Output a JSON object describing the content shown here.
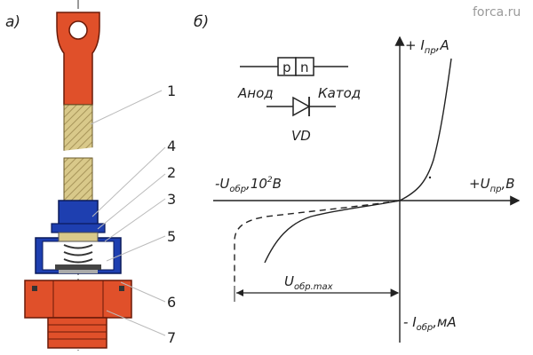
{
  "watermark": "forca.ru",
  "panel_a": {
    "label": "а)",
    "callouts": [
      "1",
      "4",
      "2",
      "3",
      "5",
      "6",
      "7"
    ]
  },
  "panel_b": {
    "label": "б)",
    "pn_p": "p",
    "pn_n": "n",
    "anode": "Анод",
    "cathode": "Катод",
    "vd": "VD",
    "axis_y_pos": {
      "sign": "+ ",
      "letter": "I",
      "sub": "пр",
      "tail": ",А"
    },
    "axis_y_neg": {
      "sign": "- ",
      "letter": "I",
      "sub": "обр",
      "tail": ",мА"
    },
    "axis_x_pos": {
      "sign": "+U",
      "sub": "пр",
      "tail": ",В"
    },
    "axis_x_neg": {
      "sign": "-U",
      "sub": "обр",
      "tail": ",10",
      "sup": "2",
      "tail2": "В"
    },
    "umax": {
      "sign": "U",
      "sub": "обр.max"
    }
  }
}
